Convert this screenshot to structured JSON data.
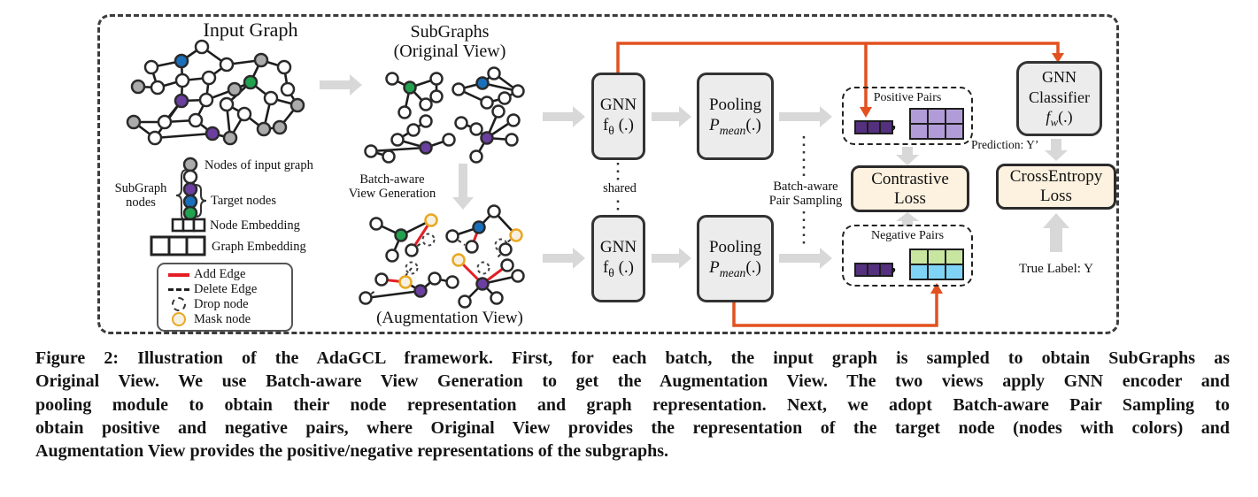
{
  "figure": {
    "titles": {
      "input_graph": "Input Graph",
      "subgraphs_line1": "SubGraphs",
      "subgraphs_line2": "(Original View)",
      "batch_view_gen_line1": "Batch-aware",
      "batch_view_gen_line2": "View Generation",
      "augmentation": "(Augmentation View)",
      "shared": "shared",
      "pair_sampling_line1": "Batch-aware",
      "pair_sampling_line2": "Pair Sampling",
      "prediction": "Prediction: Y’",
      "true_label": "True Label: Y"
    },
    "legend": {
      "nodes_of_input_graph": "Nodes of input graph",
      "subgraph_nodes_line1": "SubGraph",
      "subgraph_nodes_line2": "nodes",
      "target_nodes": "Target nodes",
      "node_embedding": "Node Embedding",
      "graph_embedding": "Graph Embedding",
      "add_edge": "Add Edge",
      "delete_edge": "Delete Edge",
      "drop_node": "Drop node",
      "mask_node": "Mask node"
    },
    "boxes": {
      "gnn": {
        "title": "GNN",
        "fn": "f",
        "sub": "θ",
        "args": " (.)"
      },
      "pooling": {
        "title": "Pooling",
        "fn": "P",
        "sub": "mean",
        "args": "(.)"
      },
      "classifier": {
        "line1": "GNN",
        "line2": "Classifier",
        "fn": "f",
        "sub": "w",
        "args": "(.)"
      },
      "contrastive": {
        "line1": "Contrastive",
        "line2": "Loss"
      },
      "crossentropy": {
        "line1": "CrossEntropy",
        "line2": "Loss"
      },
      "positive_pairs": "Positive Pairs",
      "negative_pairs": "Negative Pairs",
      "pair_comma": ","
    }
  },
  "caption": {
    "lines": [
      "Figure 2: Illustration of the AdaGCL framework. First, for each batch, the input graph is sampled to obtain SubGraphs as",
      "Original View. We use Batch-aware View Generation to get the Augmentation View. The two views apply GNN encoder and",
      "pooling module to obtain their node representation and graph representation. Next, we adopt Batch-aware Pair Sampling to",
      "obtain positive and negative pairs, where Original View provides the representation of the target node (nodes with colors) and",
      "Augmentation View provides the positive/negative representations of the subgraphs."
    ]
  },
  "colors": {
    "accent_orange": "#e2511f",
    "add_edge_red": "#e31e24",
    "node_gray": "#ababab",
    "node_blue": "#1a6fba",
    "node_green": "#22a14e",
    "node_purple": "#6b3fa0",
    "mask_yellow": "#e8a820",
    "box_fill": "#ececec",
    "loss_fill": "#fdf1df",
    "pos_pair_dark": "#54307e",
    "pos_pair_light": "#b29cd8",
    "neg_green": "#c8e6a0",
    "neg_cyan": "#7fd4f5",
    "arrow_gray": "#d8d8d8"
  }
}
